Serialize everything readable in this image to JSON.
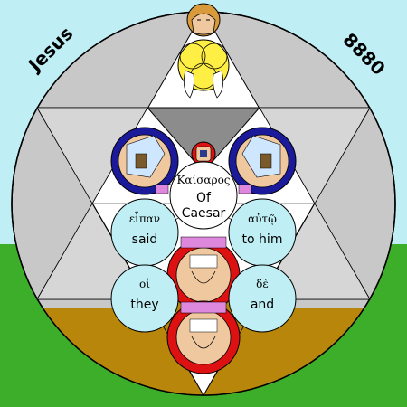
{
  "corner_labels": {
    "left": "Jesus",
    "right": "8880"
  },
  "words": {
    "caesar": {
      "greek": "Καίσαρος",
      "english_line1": "Of",
      "english_line2": "Caesar"
    },
    "said": {
      "greek": "εἶπαν",
      "english": "said"
    },
    "to_him": {
      "greek": "αὐτῷ",
      "english": "to him"
    },
    "they": {
      "greek": "οἱ",
      "english": "they"
    },
    "and": {
      "greek": "δὲ",
      "english": "and"
    }
  },
  "colors": {
    "sky": "#bfeff5",
    "grass": "#3cae2a",
    "earth": "#b8860b",
    "ring": "#c8c8c8",
    "star": "#ffffff",
    "dark_wedge": "#8c8c8c",
    "word_bubble": "#bfeff5",
    "center_bubble": "#ffffff",
    "accent_blue": "#1a1a9a",
    "accent_red": "#dd1111",
    "accent_yellow": "#ffee44"
  }
}
